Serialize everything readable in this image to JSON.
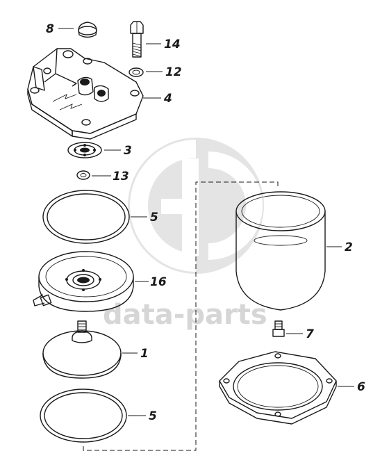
{
  "watermark": {
    "brand": "data-parts",
    "color": "#d6d6d6"
  },
  "callouts": {
    "p1": "1",
    "p2": "2",
    "p3": "3",
    "p4": "4",
    "p5a": "5",
    "p5b": "5",
    "p6": "6",
    "p7": "7",
    "p8": "8",
    "p12": "12",
    "p13": "13",
    "p14": "14",
    "p16": "16"
  },
  "line_color": "#1a1a1a"
}
